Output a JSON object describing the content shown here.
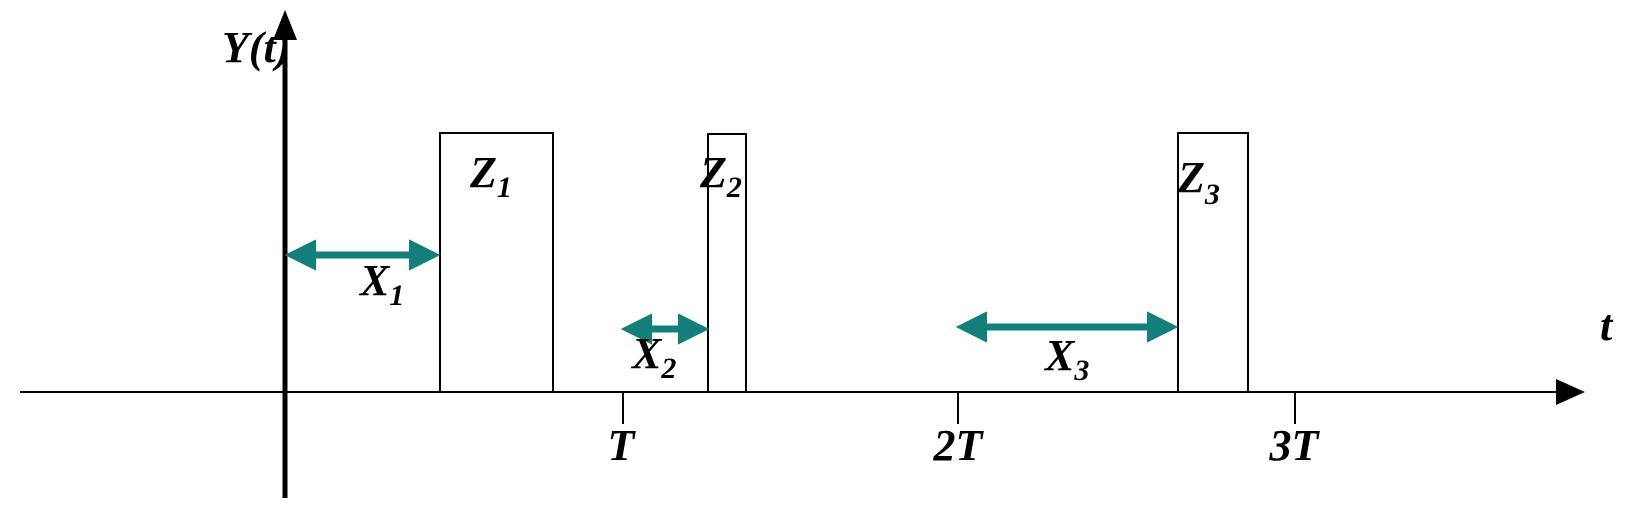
{
  "axes": {
    "y_label": "Y(t)",
    "x_label": "t",
    "ticks": [
      "T",
      "2T",
      "3T"
    ]
  },
  "pulses": [
    {
      "letter": "Z",
      "index": "1"
    },
    {
      "letter": "Z",
      "index": "2"
    },
    {
      "letter": "Z",
      "index": "3"
    }
  ],
  "gaps": [
    {
      "letter": "X",
      "index": "1"
    },
    {
      "letter": "X",
      "index": "2"
    },
    {
      "letter": "X",
      "index": "3"
    }
  ],
  "colors": {
    "line": "#000000",
    "arrow": "#127f7a",
    "background": "#ffffff"
  }
}
